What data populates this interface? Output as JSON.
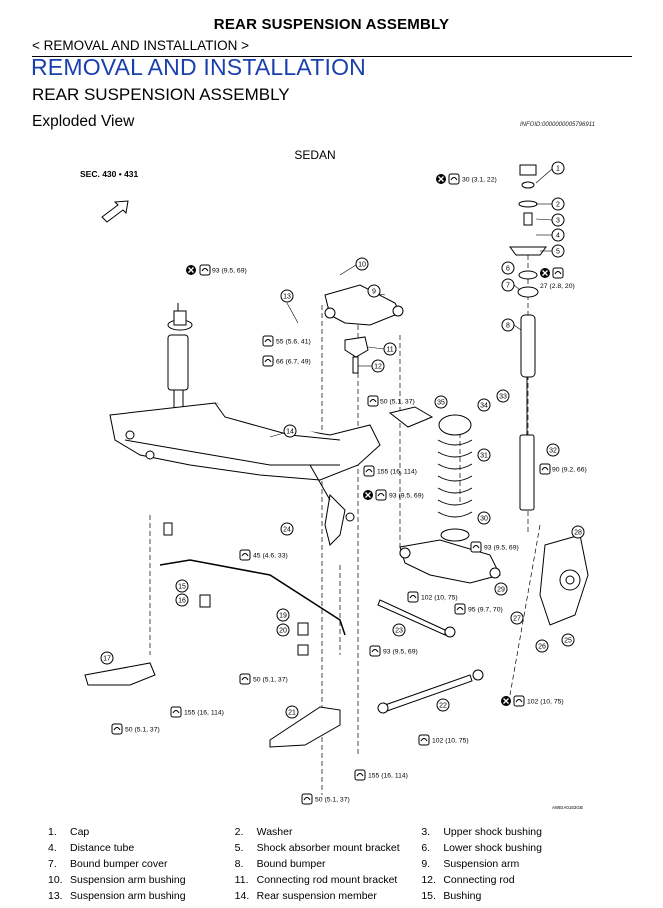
{
  "header": {
    "title": "REAR SUSPENSION ASSEMBLY"
  },
  "breadcrumb": "< REMOVAL AND INSTALLATION >",
  "section": {
    "title": "REMOVAL AND INSTALLATION",
    "subtitle": "REAR SUSPENSION ASSEMBLY"
  },
  "view_title": "Exploded View",
  "info_id": "INFOID:0000000005796911",
  "diagram": {
    "variant": "SEDAN",
    "sec_label": "SEC. 430 • 431",
    "figure_code": "AWEIA0163GB",
    "callouts": [
      "1",
      "2",
      "3",
      "4",
      "5",
      "6",
      "7",
      "8",
      "9",
      "10",
      "11",
      "12",
      "13",
      "14",
      "15",
      "16",
      "17",
      "19",
      "20",
      "21",
      "22",
      "23",
      "24",
      "25",
      "26",
      "27",
      "28",
      "29",
      "30",
      "31",
      "32",
      "33",
      "34",
      "35"
    ],
    "torques": {
      "t30": "30 (3.1, 22)",
      "t27": "27 (2.8, 20)",
      "t93a": "93 (9.5, 69)",
      "t55": "55 (5.6, 41)",
      "t66": "66 (6.7, 49)",
      "t50a": "50 (5.1, 37)",
      "t155a": "155 (16, 114)",
      "t93b": "93 (9.5, 69)",
      "t90": "90 (9.2, 66)",
      "t45": "45 (4.6, 33)",
      "t93c": "93 (9.5, 69)",
      "t102a": "102 (10, 75)",
      "t95": "95 (9.7, 70)",
      "t93d": "93 (9.5, 69)",
      "t50b": "50 (5.1, 37)",
      "t102b": "102 (10, 75)",
      "t155b": "155 (16, 114)",
      "t50c": "50 (5.1, 37)",
      "t102c": "102 (10, 75)",
      "t155c": "155 (16, 114)",
      "t50d": "50 (5.1, 37)"
    }
  },
  "legend": [
    [
      {
        "num": "1.",
        "label": "Cap"
      },
      {
        "num": "2.",
        "label": "Washer"
      },
      {
        "num": "3.",
        "label": "Upper shock bushing"
      }
    ],
    [
      {
        "num": "4.",
        "label": "Distance tube"
      },
      {
        "num": "5.",
        "label": "Shock absorber mount bracket"
      },
      {
        "num": "6.",
        "label": "Lower shock bushing"
      }
    ],
    [
      {
        "num": "7.",
        "label": "Bound bumper cover"
      },
      {
        "num": "8.",
        "label": "Bound bumper"
      },
      {
        "num": "9.",
        "label": "Suspension arm"
      }
    ],
    [
      {
        "num": "10.",
        "label": "Suspension arm bushing"
      },
      {
        "num": "11.",
        "label": "Connecting rod mount bracket"
      },
      {
        "num": "12.",
        "label": "Connecting rod"
      }
    ],
    [
      {
        "num": "13.",
        "label": "Suspension arm bushing"
      },
      {
        "num": "14.",
        "label": "Rear suspension member"
      },
      {
        "num": "15.",
        "label": "Bushing"
      }
    ]
  ]
}
